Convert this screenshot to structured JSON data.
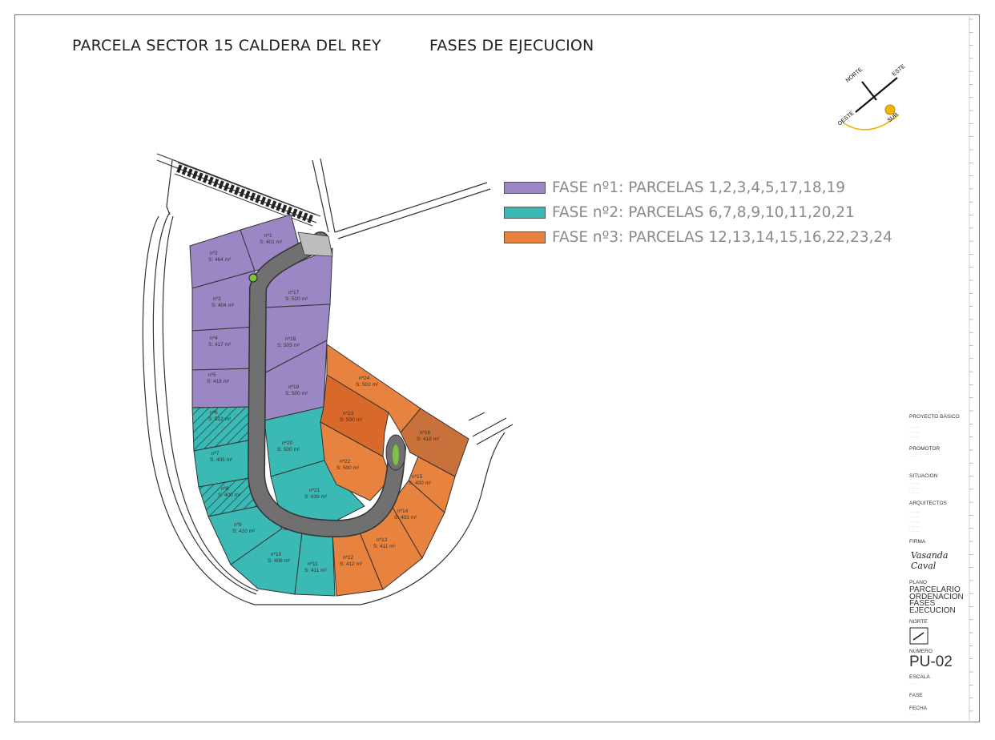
{
  "header": {
    "title_left": "PARCELA  SECTOR 15 CALDERA DEL REY",
    "title_right": "FASES DE EJECUCION"
  },
  "compass": {
    "labels": {
      "north": "NORTE",
      "east": "ESTE",
      "west": "OESTE",
      "south": "SUR"
    },
    "sun_icon": "sun-icon"
  },
  "legend": [
    {
      "color": "#9b87c4",
      "label": "FASE nº1: PARCELAS 1,2,3,4,5,17,18,19"
    },
    {
      "color": "#3bb9b4",
      "label": "FASE nº2: PARCELAS 6,7,8,9,10,11,20,21"
    },
    {
      "color": "#e8833f",
      "label": "FASE nº3: PARCELAS 12,13,14,15,16,22,23,24"
    }
  ],
  "colors": {
    "fase1": "#9b87c4",
    "fase2": "#3bb9b4",
    "fase3": "#e8833f",
    "fase3_dark": "#d9692b",
    "fase3_brown": "#c8713a",
    "road": "#707070"
  },
  "parcels": [
    {
      "num": "nº1",
      "area": "S: 401 m²"
    },
    {
      "num": "nº2",
      "area": "S: 464 m²"
    },
    {
      "num": "nº3",
      "area": "S: 404 m²"
    },
    {
      "num": "nº4",
      "area": "S: 417 m²"
    },
    {
      "num": "nº5",
      "area": "S: 418 m²"
    },
    {
      "num": "nº6",
      "area": "S: 512 m²"
    },
    {
      "num": "nº7",
      "area": "S: 405 m²"
    },
    {
      "num": "nº8",
      "area": "S: 400 m²"
    },
    {
      "num": "nº9",
      "area": "S: 410 m²"
    },
    {
      "num": "nº10",
      "area": "S: 408 m²"
    },
    {
      "num": "nº11",
      "area": "S: 411 m²"
    },
    {
      "num": "nº12",
      "area": "S: 412 m²"
    },
    {
      "num": "nº13",
      "area": "S: 411 m²"
    },
    {
      "num": "nº14",
      "area": "S: 403 m²"
    },
    {
      "num": "nº15",
      "area": "S: 400 m²"
    },
    {
      "num": "nº16",
      "area": "S: 418 m²"
    },
    {
      "num": "nº17",
      "area": "S: 510 m²"
    },
    {
      "num": "nº18",
      "area": "S: 503 m²"
    },
    {
      "num": "nº19",
      "area": "S: 500 m²"
    },
    {
      "num": "nº20",
      "area": "S: 500 m²"
    },
    {
      "num": "nº21",
      "area": "S: 639 m²"
    },
    {
      "num": "nº22",
      "area": "S: 500 m²"
    },
    {
      "num": "nº23",
      "area": "S: 500 m²"
    },
    {
      "num": "nº24",
      "area": "S: 501 m²"
    }
  ],
  "title_block": {
    "proyecto_label": "PROYECTO BÁSICO",
    "promotor_label": "PROMOTOR",
    "situacion_label": "SITUACION",
    "arquitectos_label": "ARQUITECTOS",
    "firma_label": "FIRMA",
    "firma_signature": "Vasanda Caval",
    "plano_label": "PLANO",
    "plano_value": [
      "PARCELARIO",
      "ORDENACION",
      "FASES",
      "EJECUCION"
    ],
    "norte_label": "NORTE",
    "numero_label": "NUMERO",
    "numero_value": "PU-02",
    "escala_label": "ESCALA",
    "fase_label": "FASE",
    "fecha_label": "FECHA"
  }
}
